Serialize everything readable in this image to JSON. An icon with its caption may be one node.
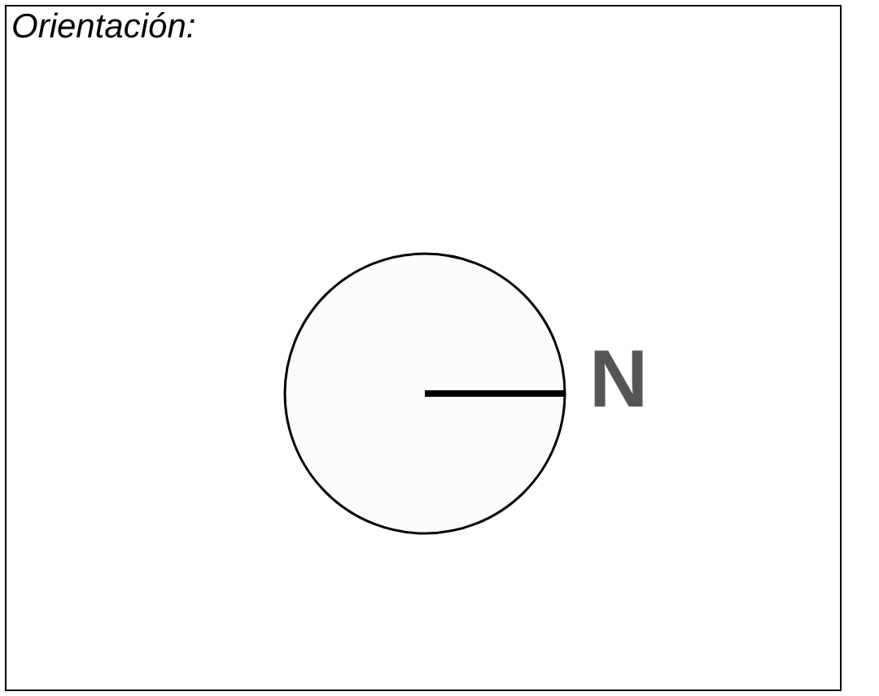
{
  "diagram": {
    "nodes": [
      {
        "text": [
          "Orientación:"
        ]
      },
      {
        "text": [],
        "shape": "circle",
        "in": 0
      }
    ],
    "labels": [
      "N"
    ]
  }
}
